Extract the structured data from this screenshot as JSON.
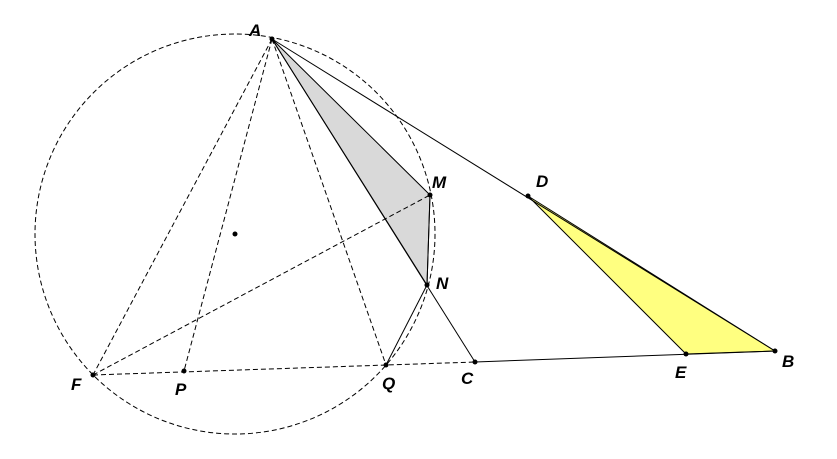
{
  "diagram": {
    "points": {
      "A": "A",
      "M": "M",
      "D": "D",
      "N": "N",
      "B": "B",
      "F": "F",
      "P": "P",
      "Q": "Q",
      "C": "C",
      "E": "E"
    },
    "colors": {
      "stroke": "#000000",
      "shaded_triangle_fill": "#d9d9d9",
      "highlight_triangle_fill": "#ffff80"
    }
  }
}
